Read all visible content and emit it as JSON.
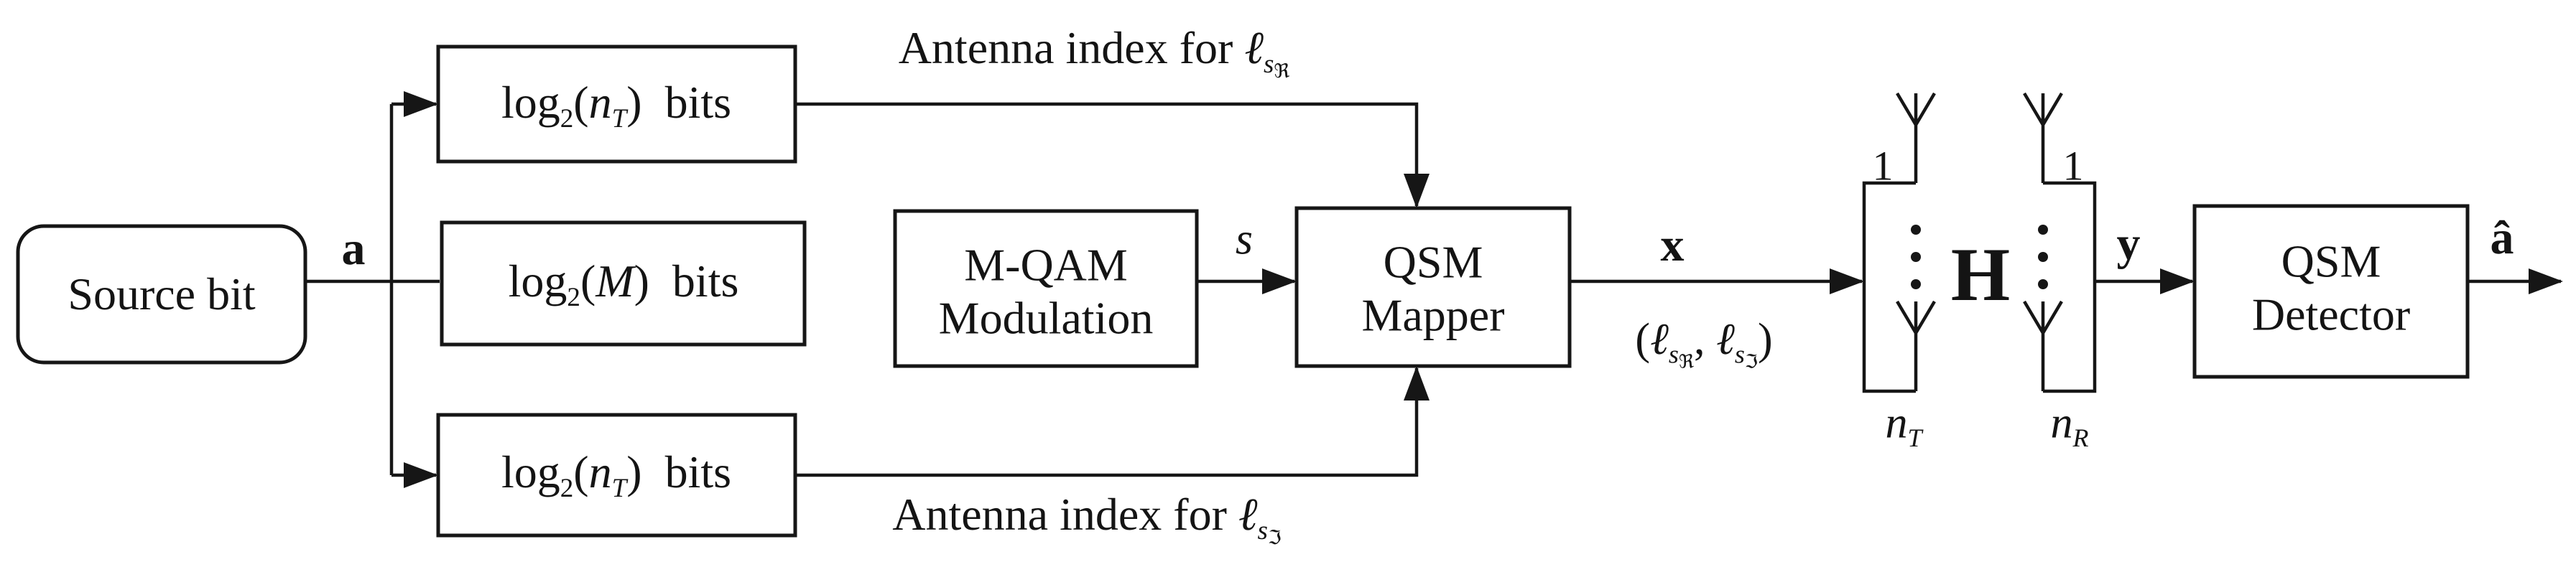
{
  "colors": {
    "ink": "#161616",
    "background": "#ffffff"
  },
  "blocks": {
    "source": {
      "label": "Source bit"
    },
    "bits_real": [
      {
        "t": "n",
        "v": "log"
      },
      {
        "t": "s",
        "v": "2"
      },
      {
        "t": "n",
        "v": "("
      },
      {
        "t": "i",
        "v": "n"
      },
      {
        "t": "si",
        "v": "T"
      },
      {
        "t": "n",
        "v": ") bits"
      }
    ],
    "bits_symbol": [
      {
        "t": "n",
        "v": "log"
      },
      {
        "t": "s",
        "v": "2"
      },
      {
        "t": "n",
        "v": "("
      },
      {
        "t": "i",
        "v": "M"
      },
      {
        "t": "n",
        "v": ") bits"
      }
    ],
    "bits_imag": [
      {
        "t": "n",
        "v": "log"
      },
      {
        "t": "s",
        "v": "2"
      },
      {
        "t": "n",
        "v": "("
      },
      {
        "t": "i",
        "v": "n"
      },
      {
        "t": "si",
        "v": "T"
      },
      {
        "t": "n",
        "v": ") bits"
      }
    ],
    "modulator": {
      "line1": "M-QAM",
      "line2": "Modulation"
    },
    "mapper": {
      "line1": "QSM",
      "line2": "Mapper"
    },
    "detector": {
      "line1": "QSM",
      "line2": "Detector"
    }
  },
  "annotations": {
    "antenna_index_real": [
      {
        "t": "n",
        "v": "Antenna index for "
      },
      {
        "t": "i",
        "v": "ℓ"
      },
      {
        "t": "si",
        "v": "s"
      },
      {
        "t": "ss",
        "v": "ℜ"
      }
    ],
    "antenna_index_imag": [
      {
        "t": "n",
        "v": "Antenna index for "
      },
      {
        "t": "i",
        "v": "ℓ"
      },
      {
        "t": "si",
        "v": "s"
      },
      {
        "t": "ss",
        "v": "ℑ"
      }
    ],
    "pair_label": [
      {
        "t": "n",
        "v": "("
      },
      {
        "t": "i",
        "v": "ℓ"
      },
      {
        "t": "si",
        "v": "s"
      },
      {
        "t": "ss",
        "v": "ℜ"
      },
      {
        "t": "n",
        "v": ", "
      },
      {
        "t": "i",
        "v": "ℓ"
      },
      {
        "t": "si",
        "v": "s"
      },
      {
        "t": "ss",
        "v": "ℑ"
      },
      {
        "t": "n",
        "v": ")"
      }
    ]
  },
  "signals": {
    "a": "a",
    "s": "s",
    "x": "x",
    "y": "y",
    "a_hat": "â",
    "channel_matrix": "H"
  },
  "channel": {
    "antenna_first_tx": "1",
    "antenna_first_rx": "1",
    "antenna_last_tx": [
      {
        "t": "i",
        "v": "n"
      },
      {
        "t": "si",
        "v": "T"
      }
    ],
    "antenna_last_rx": [
      {
        "t": "i",
        "v": "n"
      },
      {
        "t": "si",
        "v": "R"
      }
    ]
  }
}
